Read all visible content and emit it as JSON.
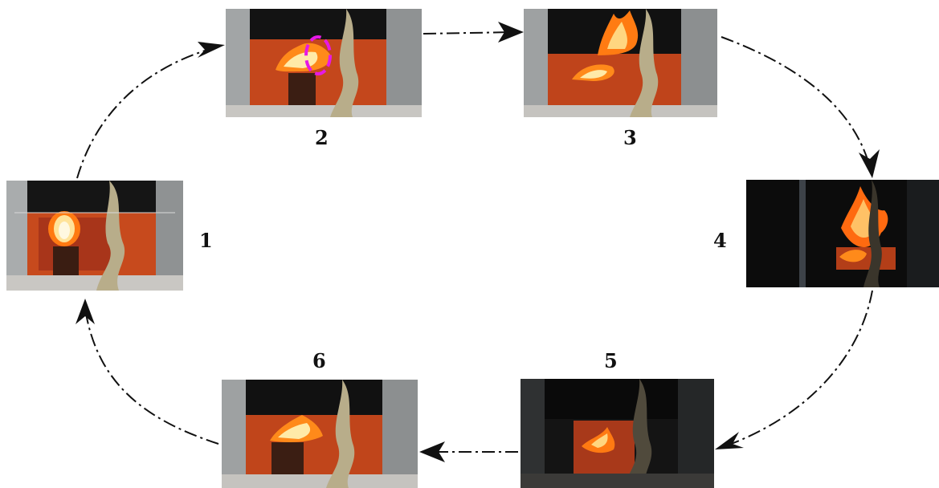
{
  "diagram": {
    "type": "cycle",
    "frames": [
      {
        "id": 1,
        "label": "1",
        "scene": "steady-flame",
        "lighting": "lit"
      },
      {
        "id": 2,
        "label": "2",
        "scene": "flame-with-marked-region",
        "lighting": "lit",
        "marker": "dashed-circle"
      },
      {
        "id": 3,
        "label": "3",
        "scene": "flame-lifting-off",
        "lighting": "lit"
      },
      {
        "id": 4,
        "label": "4",
        "scene": "large-flame-dark",
        "lighting": "dark"
      },
      {
        "id": 5,
        "label": "5",
        "scene": "small-flame-dark",
        "lighting": "dark"
      },
      {
        "id": 6,
        "label": "6",
        "scene": "flame-recovering",
        "lighting": "lit"
      }
    ],
    "sequence": [
      [
        1,
        2
      ],
      [
        2,
        3
      ],
      [
        3,
        4
      ],
      [
        4,
        5
      ],
      [
        5,
        6
      ],
      [
        6,
        1
      ]
    ],
    "arrow_style": "long-dash",
    "colors": {
      "arrow": "#111111",
      "marker": "#e619e6",
      "flame_core": "#fff3c4",
      "flame_outer": "#ff7a12",
      "chamber_glow": "#d04a1e",
      "wall": "#9a9d9e",
      "dark_bg": "#0c0c0c"
    }
  }
}
